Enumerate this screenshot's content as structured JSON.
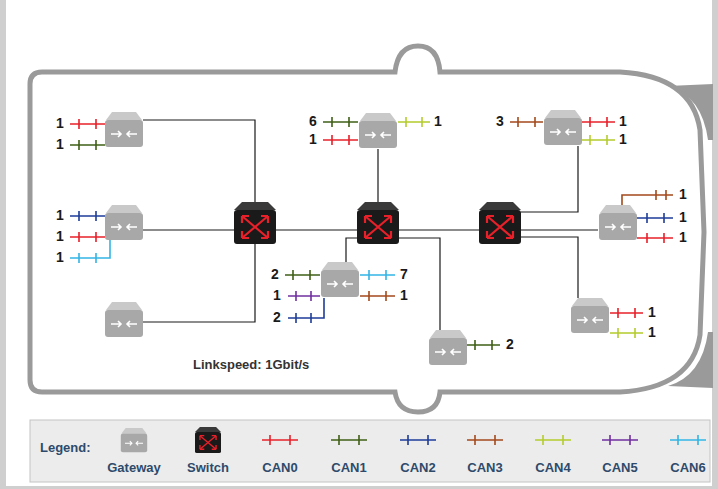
{
  "diagram": {
    "labels": [
      "1",
      "1",
      "6",
      "1",
      "1",
      "3",
      "1",
      "1",
      "1",
      "1",
      "1",
      "1",
      "1",
      "1",
      "2",
      "7",
      "1",
      "1",
      "1",
      "2",
      "1",
      "2",
      "Linkspeed: 1Gbit/s",
      "Legend:"
    ],
    "legend": [
      {
        "text": "Gateway"
      },
      {
        "text": "Switch"
      },
      {
        "text": "CAN0"
      },
      {
        "text": "CAN1"
      },
      {
        "text": "CAN2"
      },
      {
        "text": "CAN3"
      },
      {
        "text": "CAN4"
      },
      {
        "text": "CAN5"
      },
      {
        "text": "CAN6"
      }
    ]
  }
}
